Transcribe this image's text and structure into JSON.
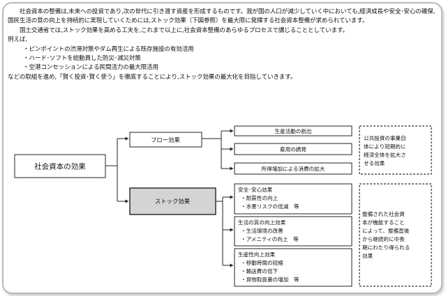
{
  "paragraphs": [
    "社会資本の整備は,未来への投資であり,次の世代に引き渡す資産を形成するものです。我が国の人口が減少していく中においても,経済成長や安全･安心の確保,国民生活の質の向上を持続的に実現していくためには,ストック効果（下図参照）を最大限に発揮する社会資本整備が求められています。",
    "国土交通省では,ストック効果を高める工夫を,これまで以上に,社会資本整備のあらゆるプロセスで講じることとしています。",
    "例えば,",
    "などの取組を進め,「賢く投資･賢く使う」を徹底することにより,ストック効果の最大化を目指していきます。"
  ],
  "bullets": [
    "・ピンポイントの渋滞対策やダム再生による既存施設の有効活用",
    "・ハード･ソフトを総動員した防災･減災対策",
    "・空港コンセッションによる民間活力の最大限活用"
  ],
  "diagram": {
    "root": "社会資本の効果",
    "flow": "フロー効果",
    "stock": "ストック効果",
    "flow_items": [
      "生産活動の創出",
      "雇用の誘発",
      "所得増加による消費の拡大"
    ],
    "stock_groups": [
      {
        "title": "安全･安心効果",
        "items": [
          "・耐震性の向上",
          "・水害リスクの低減　等"
        ]
      },
      {
        "title": "生活の質の向上効果",
        "items": [
          "・生活環境の改善",
          "・アメニティの向上　等"
        ]
      },
      {
        "title": "生産性向上効果",
        "items": [
          "・移動時間の短縮",
          "・輸送費の低下",
          "・貨物取扱量の増加　等"
        ]
      }
    ],
    "note_flow": [
      "公共投資の事業自",
      "体により短期的に",
      "経済全体を拡大さ",
      "せる効果"
    ],
    "note_stock": [
      "整備された社会資",
      "本が機能すること",
      "によって、整備直後",
      "から継続的に中長",
      "期にわたり得られる",
      "効果"
    ]
  },
  "colors": {
    "stock_fill": "#d4d4d4",
    "border": "#b9b9b9"
  }
}
